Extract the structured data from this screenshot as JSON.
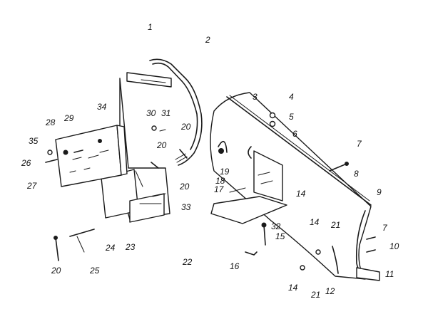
{
  "part_numbers": {
    "p1": "1",
    "p2": "2",
    "p3": "3",
    "p4": "4",
    "p5": "5",
    "p6": "6",
    "p7a": "7",
    "p7b": "7",
    "p8": "8",
    "p9": "9",
    "p10": "10",
    "p11": "11",
    "p12": "12",
    "p14a": "14",
    "p14b": "14",
    "p14c": "14",
    "p15": "15",
    "p16": "16",
    "p17": "17",
    "p18": "18",
    "p19": "19",
    "p20a": "20",
    "p20b": "20",
    "p20c": "20",
    "p20d": "20",
    "p21a": "21",
    "p21b": "21",
    "p22": "22",
    "p23": "23",
    "p24": "24",
    "p25": "25",
    "p26": "26",
    "p27": "27",
    "p28": "28",
    "p29": "29",
    "p30": "30",
    "p31": "31",
    "p32": "32",
    "p33": "33",
    "p34": "34",
    "p35": "35"
  },
  "colors": {
    "ink": "#1a1a1a",
    "paper": "#ffffff"
  }
}
